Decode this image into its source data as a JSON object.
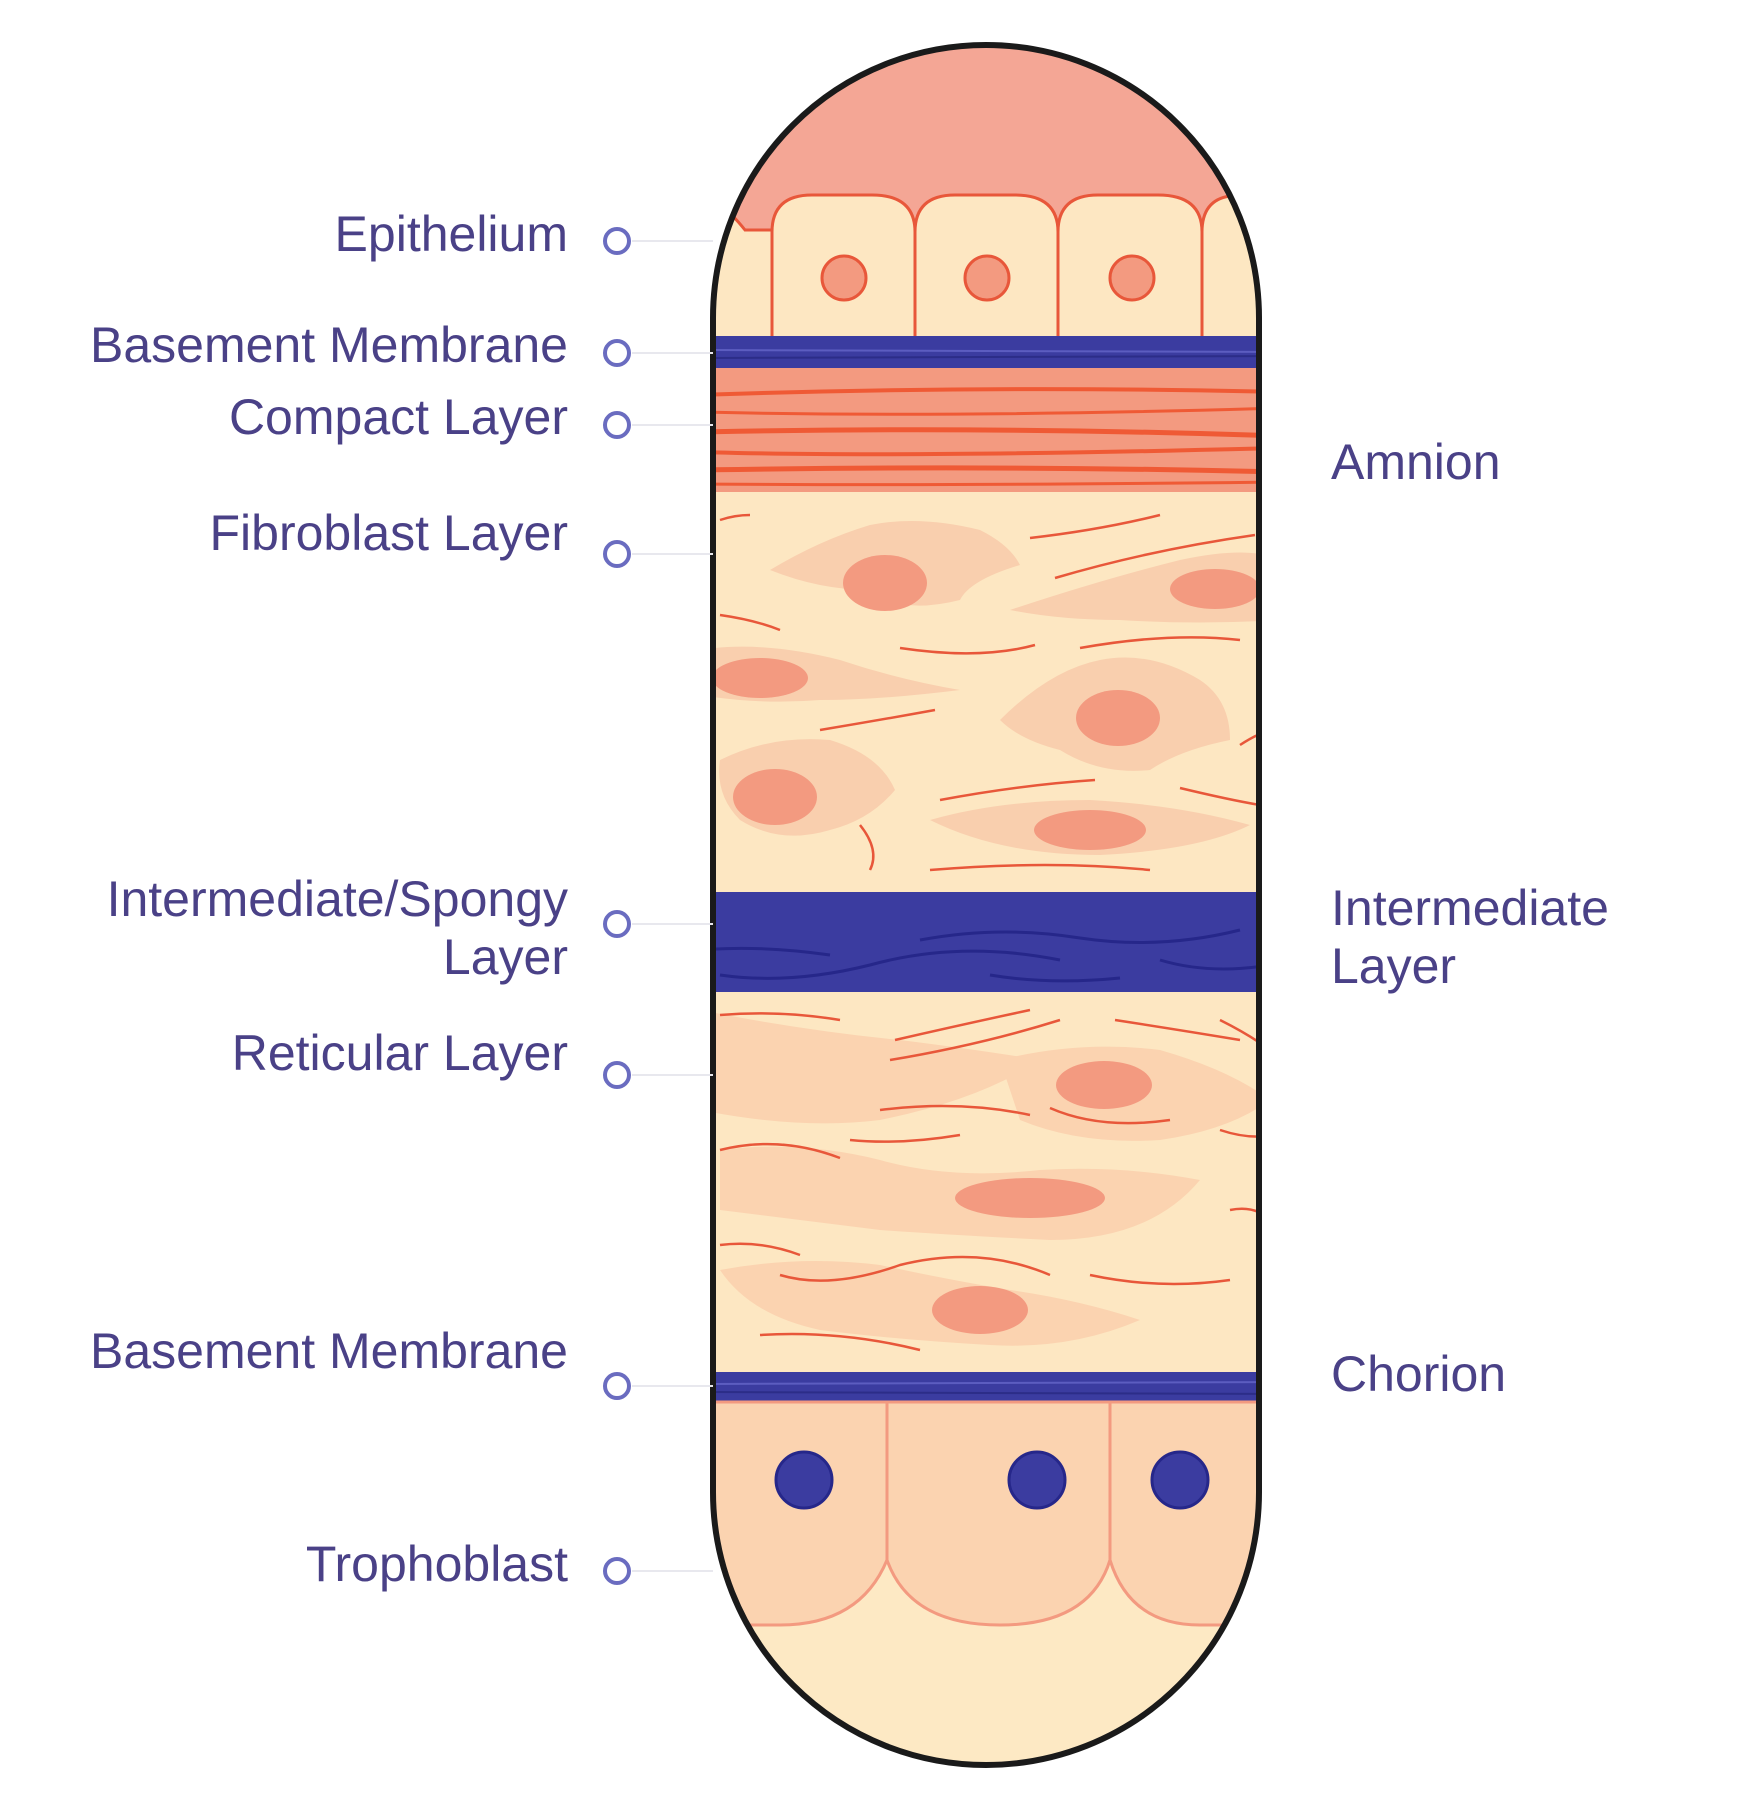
{
  "left_labels": {
    "epithelium": "Epithelium",
    "basement_membrane_top": "Basement  Membrane",
    "compact_layer": "Compact Layer",
    "fibroblast_layer": "Fibroblast Layer",
    "intermediate_spongy": [
      "Intermediate/Spongy",
      "Layer"
    ],
    "reticular_layer": "Reticular Layer",
    "basement_membrane_bottom": "Basement Membrane",
    "trophoblast": "Trophoblast"
  },
  "right_labels": {
    "amnion": "Amnion",
    "intermediate_layer": [
      "Intermediate",
      "Layer"
    ],
    "chorion": "Chorion"
  },
  "colors": {
    "label_text": "#4a4187",
    "marker_ring": "#6a6cc0",
    "outline": "#1a1a1a",
    "epithelium_top": "#f4a695",
    "cell_fill": "#fde7c2",
    "cell_line": "#e8573a",
    "nucleus": "#f39a80",
    "membrane_blue": "#3b3ca0",
    "compact_red": "#f07c5e",
    "fibroblast_bg": "#fde7c2",
    "fibroblast_cell": "#f7c3a1",
    "trophoblast_fill": "#fbd3b0",
    "trophoblast_nucleus": "#3b3ca0",
    "bottom_cap": "#fde9c4"
  }
}
